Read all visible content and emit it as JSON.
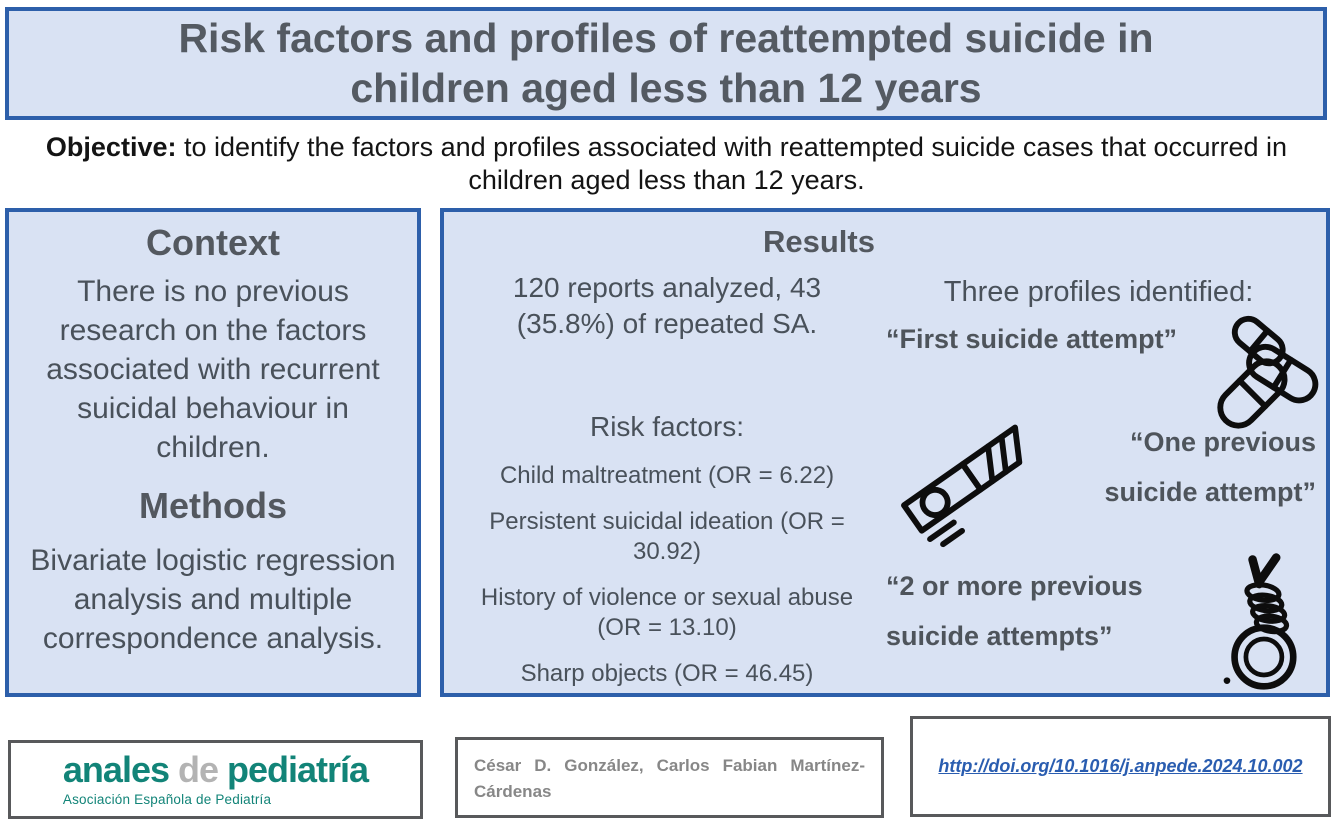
{
  "header": {
    "title": "Risk factors and profiles of reattempted suicide in children aged less than 12 years"
  },
  "objective": {
    "label": "Objective:",
    "text": "to identify the factors and profiles associated with reattempted suicide cases that occurred in children aged less than 12 years."
  },
  "context": {
    "heading": "Context",
    "text": "There is no previous research on the factors associated with recurrent suicidal behaviour in children.",
    "methods_heading": "Methods",
    "methods_text": "Bivariate logistic regression analysis and multiple correspondence analysis."
  },
  "results": {
    "heading": "Results",
    "reports": "120 reports analyzed, 43 (35.8%) of repeated SA.",
    "risk_factors_heading": "Risk factors:",
    "risk_factors": [
      "Child maltreatment (OR = 6.22)",
      "Persistent suicidal ideation (OR = 30.92)",
      "History of violence or sexual abuse (OR = 13.10)",
      "Sharp objects (OR = 46.45)"
    ],
    "profiles_heading": "Three profiles identified:",
    "profiles": [
      {
        "label": "“First suicide attempt”",
        "icon": "pills-icon"
      },
      {
        "label": "“One previous suicide attempt”",
        "icon": "box-cutter-icon"
      },
      {
        "label": "“2 or more previous suicide attempts”",
        "icon": "noose-icon"
      }
    ]
  },
  "footer": {
    "journal": {
      "name_part1": "anales",
      "name_part2": "de",
      "name_part3": "pediatría",
      "subtitle": "Asociación Española de Pediatría"
    },
    "authors": "César D. González, Carlos Fabian Martínez-Cárdenas",
    "doi": "http://doi.org/10.1016/j.anpede.2024.10.002"
  },
  "colors": {
    "panel_fill": "#d9e2f3",
    "panel_border_blue": "#2d5faa",
    "heading_gray": "#53585f",
    "title_gray": "#545a62",
    "body_gray": "#49515a",
    "footer_border_gray": "#58595b",
    "authors_gray": "#878787",
    "doi_link_blue": "#2a5db0",
    "logo_teal": "#128478",
    "logo_de_gray": "#b3b3b3",
    "icon_black": "#0d0d0d"
  }
}
